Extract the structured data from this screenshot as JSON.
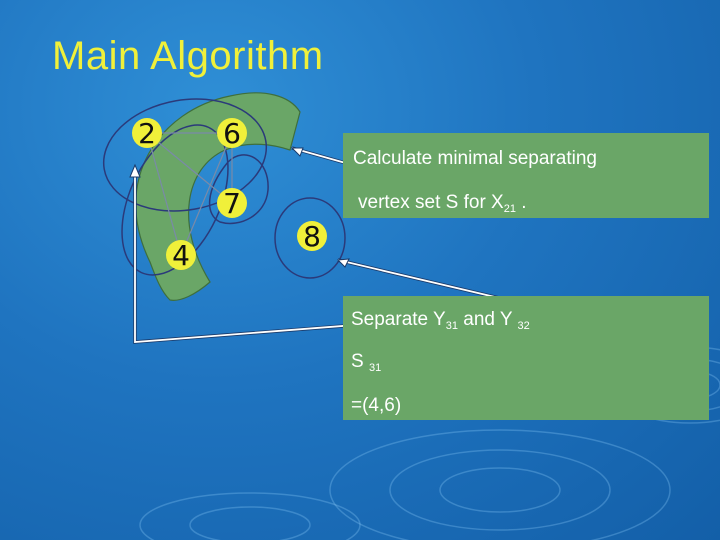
{
  "title": "Main Algorithm",
  "nodes": [
    "2",
    "6",
    "7",
    "4",
    "8"
  ],
  "box1": {
    "line1": "Calculate  minimal separating",
    "line2_pre": "vertex set S for X",
    "line2_sub": "21",
    "line2_post": " ."
  },
  "box2": {
    "line1_a": "Separate Y",
    "line1_sub1": "31",
    "line1_b": " and  Y ",
    "line1_sub2": "32",
    "line2_a": "S ",
    "line2_sub": "31",
    "line3": "=(4,6)"
  },
  "colors": {
    "background": "#1f74c0",
    "title": "#f0f03a",
    "box_fill": "#6aa667",
    "band_fill": "#6aa667",
    "node_circle": "#f0f03a"
  }
}
